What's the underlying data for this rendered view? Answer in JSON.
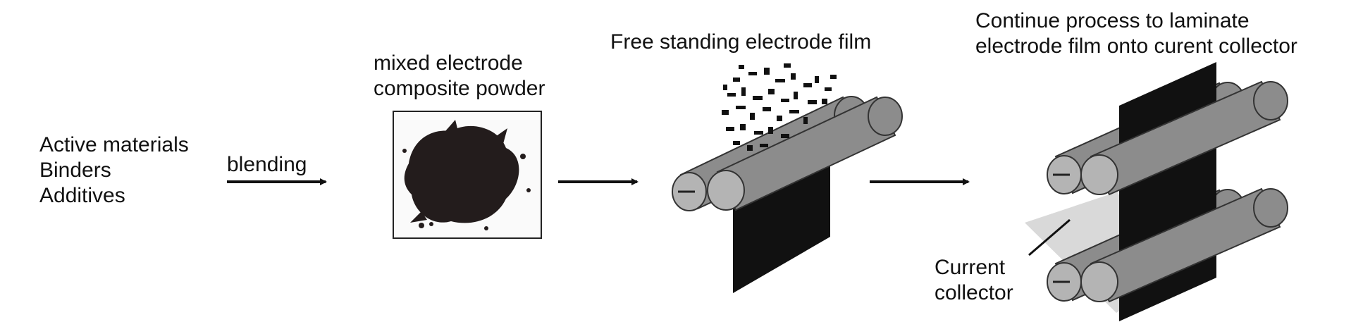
{
  "inputs": [
    "Active materials",
    "Binders",
    "Additives"
  ],
  "step_blending": "blending",
  "powder_title": [
    "mixed electrode",
    "composite powder"
  ],
  "film_title": "Free standing electrode film",
  "laminate_title": [
    "Continue process to laminate",
    "electrode film onto curent collector"
  ],
  "collector_label": [
    "Current",
    "collector"
  ],
  "colors": {
    "roller_fill": "#8c8c8c",
    "roller_end": "#b4b4b4",
    "film": "#111111",
    "collector": "#d9d9d9",
    "powder": "#231c1c"
  },
  "icons": [
    "arrow-right-icon",
    "roller-icon",
    "powder-heap-icon"
  ]
}
